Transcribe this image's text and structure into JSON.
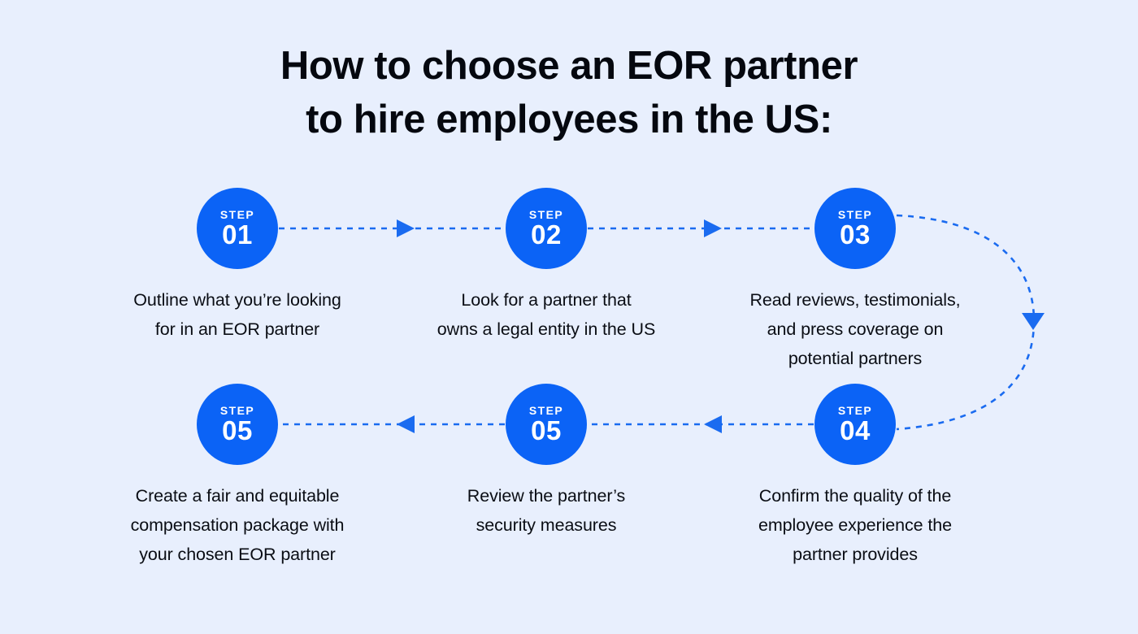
{
  "title": {
    "line1": "How to choose an EOR partner",
    "line2": "to hire employees in the US:"
  },
  "colors": {
    "background": "#e8effd",
    "circle": "#0b63f6",
    "connector": "#1a6bf0",
    "title_text": "#05080f",
    "caption_text": "#0a0d14",
    "circle_text": "#ffffff"
  },
  "step_label": "STEP",
  "steps": [
    {
      "number": "01",
      "label": "STEP",
      "caption_lines": [
        "Outline what you’re looking",
        "for in an EOR partner"
      ],
      "caption": "Outline what you’re looking for in an EOR partner"
    },
    {
      "number": "02",
      "label": "STEP",
      "caption_lines": [
        "Look for a partner that",
        "owns a legal entity in the US"
      ],
      "caption": "Look for a partner that owns a legal entity in the US"
    },
    {
      "number": "03",
      "label": "STEP",
      "caption_lines": [
        "Read reviews, testimonials,",
        "and press coverage on",
        "potential partners"
      ],
      "caption": "Read reviews, testimonials, and press coverage on potential partners"
    },
    {
      "number": "05",
      "label": "STEP",
      "caption_lines": [
        "Create a fair and equitable",
        "compensation package with",
        "your chosen EOR partner"
      ],
      "caption": "Create a fair and equitable compensation package with your chosen EOR partner"
    },
    {
      "number": "05",
      "label": "STEP",
      "caption_lines": [
        "Review the partner’s",
        "security measures"
      ],
      "caption": "Review the partner’s security measures"
    },
    {
      "number": "04",
      "label": "STEP",
      "caption_lines": [
        "Confirm the quality of the",
        "employee experience the",
        "partner provides"
      ],
      "caption": "Confirm the quality of the employee experience the partner provides"
    }
  ],
  "connectors": [
    {
      "name": "step-01-to-02",
      "direction": "right"
    },
    {
      "name": "step-02-to-03",
      "direction": "right"
    },
    {
      "name": "step-03-to-04",
      "direction": "down-curve"
    },
    {
      "name": "step-04-to-05",
      "direction": "left"
    },
    {
      "name": "step-05-to-06",
      "direction": "left"
    }
  ]
}
